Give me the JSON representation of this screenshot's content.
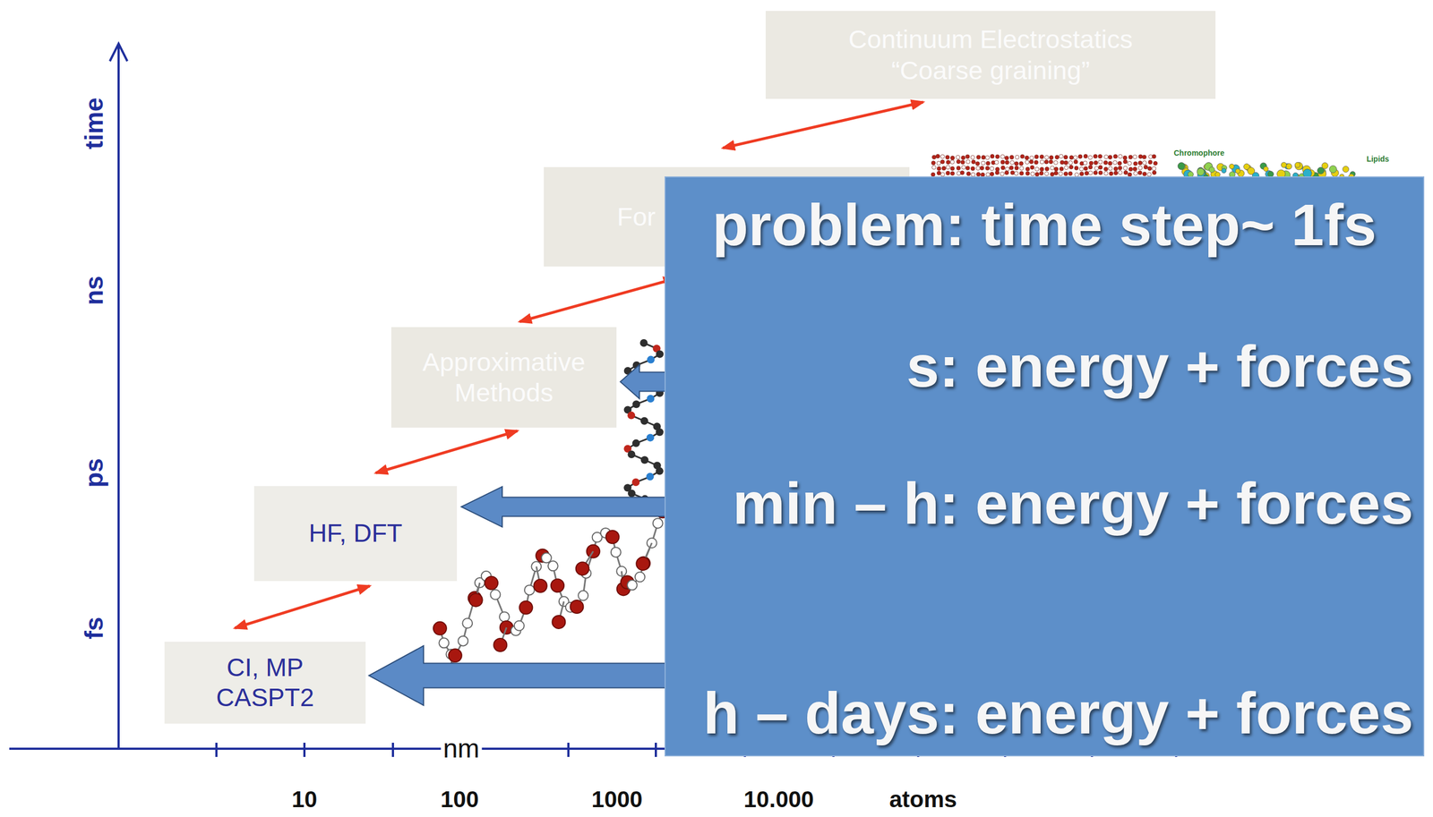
{
  "diagram": {
    "nodes": [
      {
        "text": [
          "Continuum Electrostatics “Coarse graining”"
        ]
      },
      {
        "text": [
          "For"
        ]
      },
      {
        "text": [
          "Approximative Methods"
        ]
      },
      {
        "text": [
          "HF, DFT"
        ]
      },
      {
        "text": [
          "CI, MP CASPT2"
        ]
      },
      {
        "text": [
          "problem: time step~ 1fs",
          "s:  energy + forces",
          "min – h: energy + forces",
          "h – days: energy + forces"
        ]
      }
    ],
    "edges": [
      {
        "from": 4,
        "to": 3,
        "arrow": "both"
      },
      {
        "from": 3,
        "to": 2,
        "arrow": "both"
      },
      {
        "from": 2,
        "to": 1,
        "arrow": "both"
      },
      {
        "from": 1,
        "to": 0,
        "arrow": "both"
      },
      {
        "from": 5,
        "to": 2,
        "arrow": "to"
      },
      {
        "from": 5,
        "to": 3,
        "arrow": "to"
      },
      {
        "from": 5,
        "to": 4,
        "arrow": "to"
      }
    ],
    "labels": [
      "time",
      "ns",
      "ps",
      "fs",
      "nm",
      "10",
      "100",
      "1000",
      "10.000",
      "atoms",
      "Chromophore",
      "Lipids"
    ]
  }
}
